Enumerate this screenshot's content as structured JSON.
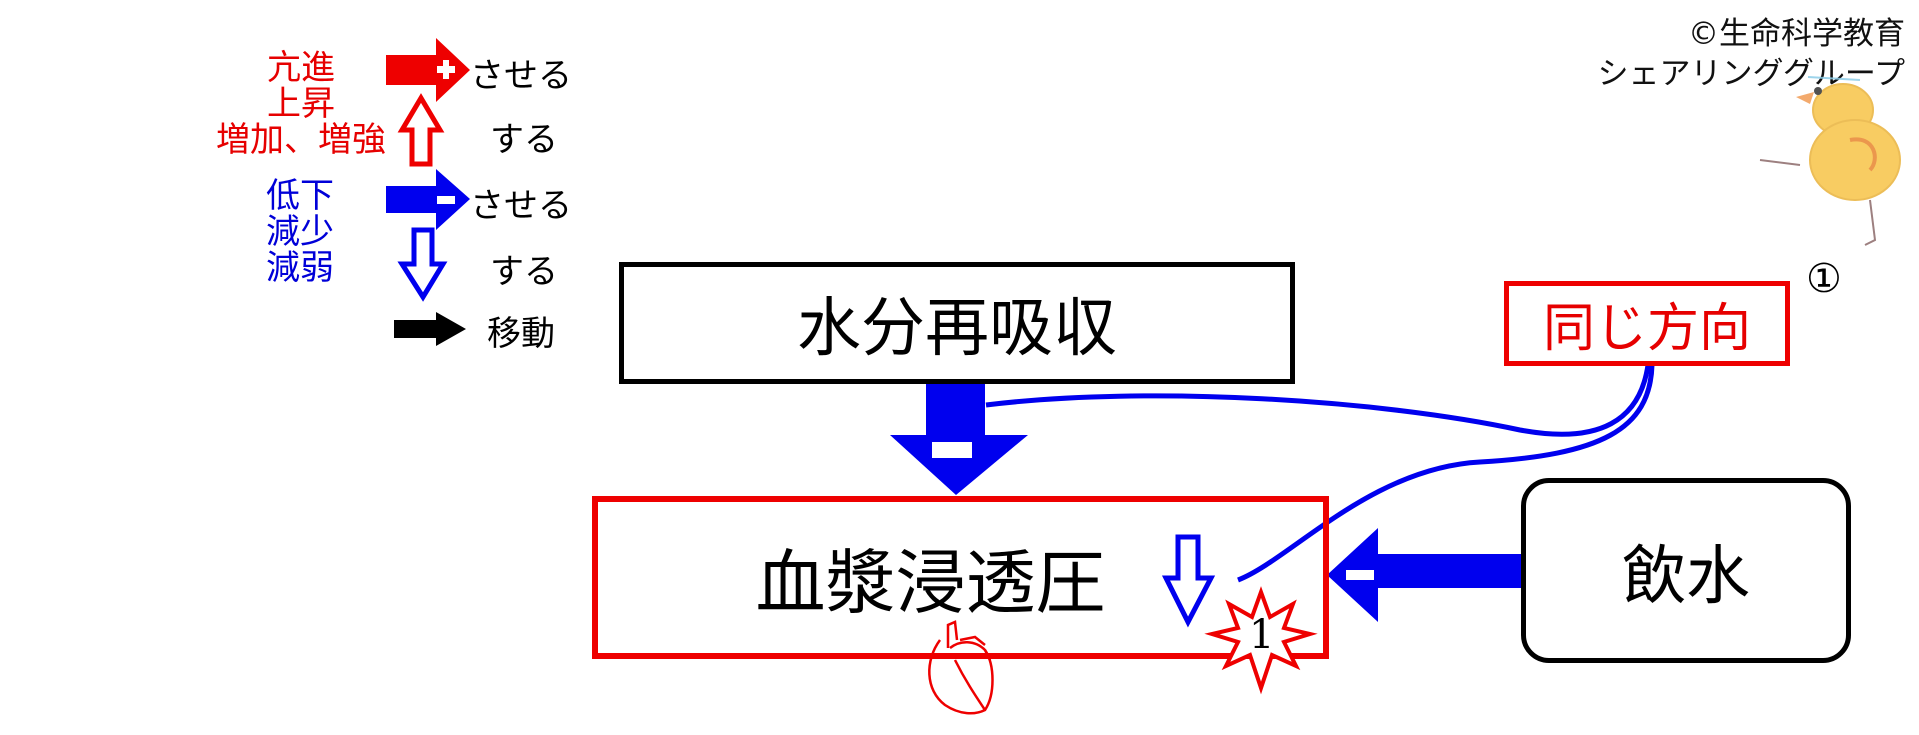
{
  "legend": {
    "increase_labels": [
      "亢進",
      "上昇",
      "増加、増強"
    ],
    "decrease_labels": [
      "低下",
      "減少",
      "減弱"
    ],
    "rows": [
      {
        "icon": "red-plus-right-arrow-icon",
        "text": "させる"
      },
      {
        "icon": "red-outline-up-arrow-icon",
        "text": "する"
      },
      {
        "icon": "blue-minus-right-arrow-icon",
        "text": "させる"
      },
      {
        "icon": "blue-outline-down-arrow-icon",
        "text": "する"
      },
      {
        "icon": "black-right-arrow-icon",
        "text": "移動"
      }
    ]
  },
  "copyright": {
    "line1": "©生命科学教育",
    "line2": "シェアリンググループ"
  },
  "diagram": {
    "reabsorption": "水分再吸収",
    "plasma_osmotic_pressure": "血漿浸透圧",
    "same_direction": "同じ方向",
    "drinking_water": "飲水",
    "circled_number": "①",
    "burst_number": "1",
    "arrow_sign_minus": "−"
  },
  "colors": {
    "red": "#ee0000",
    "blue": "#0000ee",
    "black": "#000000"
  }
}
